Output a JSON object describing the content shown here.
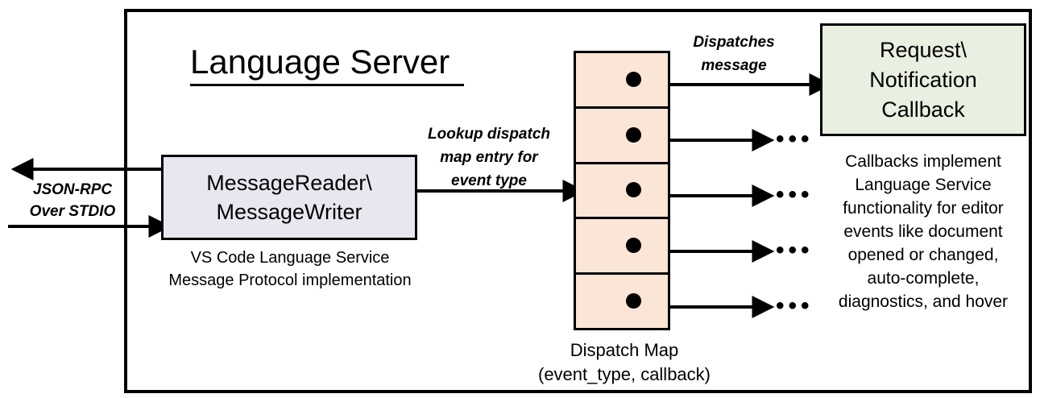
{
  "diagram": {
    "title": "Language Server",
    "frame_label": "Language Server"
  },
  "external_io": {
    "label": "JSON-RPC\nOver STDIO",
    "outbound_arrow": "arrow-left",
    "inbound_arrow": "arrow-right"
  },
  "message_io": {
    "box_label": "MessageReader\\\nMessageWriter",
    "caption": "VS Code Language Service\nMessage Protocol implementation",
    "fill": "#EAE6F0"
  },
  "lookup": {
    "label": "Lookup dispatch\nmap entry for\nevent type"
  },
  "dispatch_map": {
    "caption": "Dispatch Map\n(event_type, callback)",
    "fill": "#FBE5D6",
    "rows": [
      {
        "dot": "filled-dot",
        "arrow": "arrow-right",
        "target": "callback-box"
      },
      {
        "dot": "filled-dot",
        "arrow": "arrow-right",
        "target": "ellipsis",
        "ellipsis": "•••"
      },
      {
        "dot": "filled-dot",
        "arrow": "arrow-right",
        "target": "ellipsis",
        "ellipsis": "•••"
      },
      {
        "dot": "filled-dot",
        "arrow": "arrow-right",
        "target": "ellipsis",
        "ellipsis": "•••"
      },
      {
        "dot": "filled-dot",
        "arrow": "arrow-right",
        "target": "ellipsis",
        "ellipsis": "•••"
      }
    ]
  },
  "dispatch_message": {
    "label": "Dispatches\nmessage"
  },
  "callback": {
    "box_label": "Request\\\nNotification\nCallback",
    "caption": "Callbacks implement\nLanguage Service\nfunctionality for editor\nevents like document\nopened or changed,\nauto-complete,\ndiagnostics, and hover",
    "fill": "#E9EFE1"
  },
  "colors": {
    "stroke": "#000000",
    "background": "#FFFFFF",
    "message_io_fill": "#EAE6F0",
    "dispatch_map_fill": "#FBE5D6",
    "callback_fill": "#E9EFE1"
  }
}
